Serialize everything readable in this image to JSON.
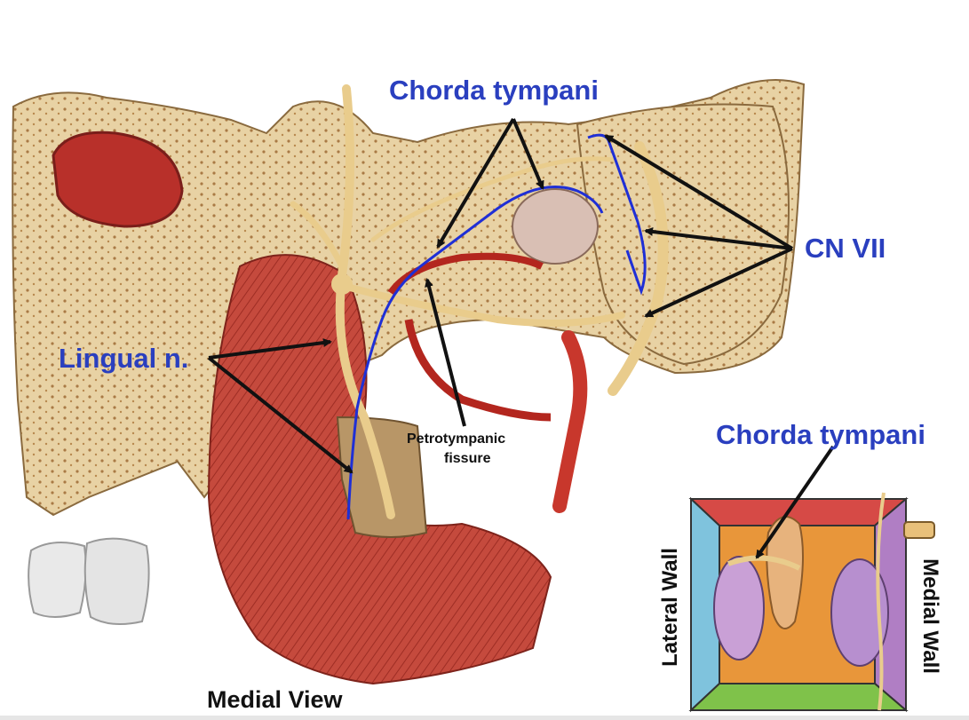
{
  "labels": {
    "chorda_top": "Chorda tympani",
    "cn_vii": "CN VII",
    "lingual": "Lingual n.",
    "petrotympanic_line1": "Petrotympanic",
    "petrotympanic_line2": "fissure",
    "chorda_inset": "Chorda tympani",
    "lateral_wall": "Lateral Wall",
    "medial_wall": "Medial Wall",
    "medial_view": "Medial View"
  },
  "colors": {
    "label_blue": "#2a3fbf",
    "nerve_trace": "#1f2fd6",
    "bone": "#e6cfa0",
    "muscle": "#c4453a",
    "nerve": "#e8c98a"
  }
}
